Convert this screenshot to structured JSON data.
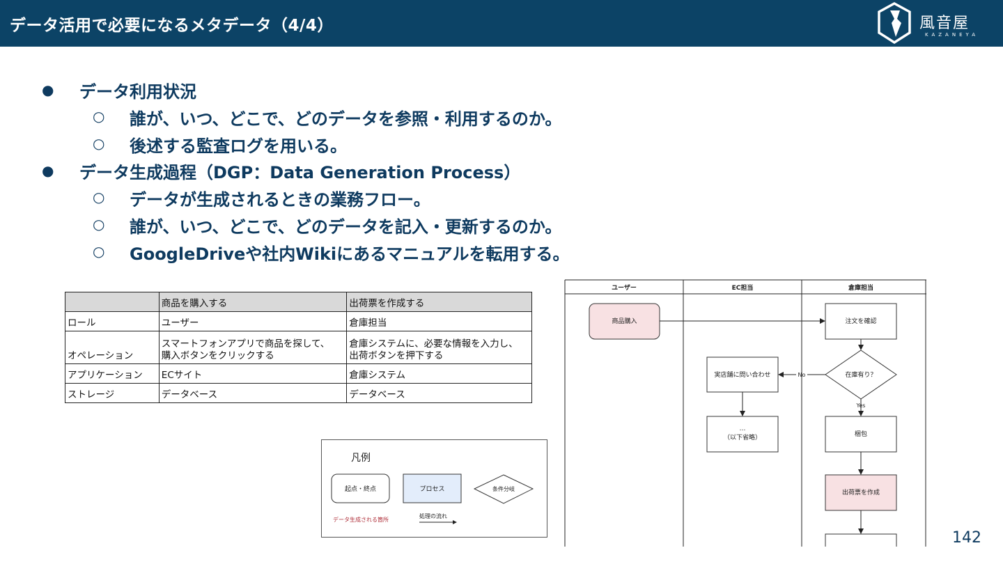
{
  "header": {
    "title": "データ活用で必要になるメタデータ（4/4）",
    "logo_name": "風音屋",
    "logo_sub": "KAZANEYA"
  },
  "bullets": [
    {
      "text": "データ利用状況",
      "subs": [
        "誰が、いつ、どこで、どのデータを参照・利用するのか。",
        "後述する監査ログを用いる。"
      ]
    },
    {
      "text": "データ生成過程（DGP：Data Generation Process）",
      "subs": [
        "データが生成されるときの業務フロー。",
        "誰が、いつ、どこで、どのデータを記入・更新するのか。",
        "GoogleDriveや社内Wikiにあるマニュアルを転用する。"
      ]
    }
  ],
  "table": {
    "header": [
      "",
      "商品を購入する",
      "出荷票を作成する"
    ],
    "rows": [
      [
        "ロール",
        "ユーザー",
        "倉庫担当"
      ],
      [
        "オペレーション",
        "スマートフォンアプリで商品を探して、|購入ボタンをクリックする",
        "倉庫システムに、必要な情報を入力し、|出荷ボタンを押下する"
      ],
      [
        "アプリケーション",
        "ECサイト",
        "倉庫システム"
      ],
      [
        "ストレージ",
        "データベース",
        "データベース"
      ]
    ]
  },
  "legend": {
    "title": "凡例",
    "start_end": "起点・終点",
    "process": "プロセス",
    "decision": "条件分岐",
    "data_gen": "データ生成される箇所",
    "flow": "処理の流れ"
  },
  "flowchart": {
    "lanes": [
      "ユーザー",
      "EC担当",
      "倉庫担当"
    ],
    "nodes": {
      "purchase": "商品購入",
      "confirm": "注文を確認",
      "stock": "在庫有り？",
      "inquiry": "実店舗に問い合わせ",
      "omit_dots": "…",
      "omit": "（以下省略）",
      "pack": "梱包",
      "slip": "出荷票を作成"
    },
    "labels": {
      "no": "No",
      "yes": "Yes"
    }
  },
  "page_number": "142",
  "colors": {
    "header_bg": "#0c4366",
    "text": "#0e3a5f",
    "data_gen_fill": "#f8e1e3",
    "process_fill": "#e3edfb",
    "data_gen_text": "#b0323c"
  }
}
